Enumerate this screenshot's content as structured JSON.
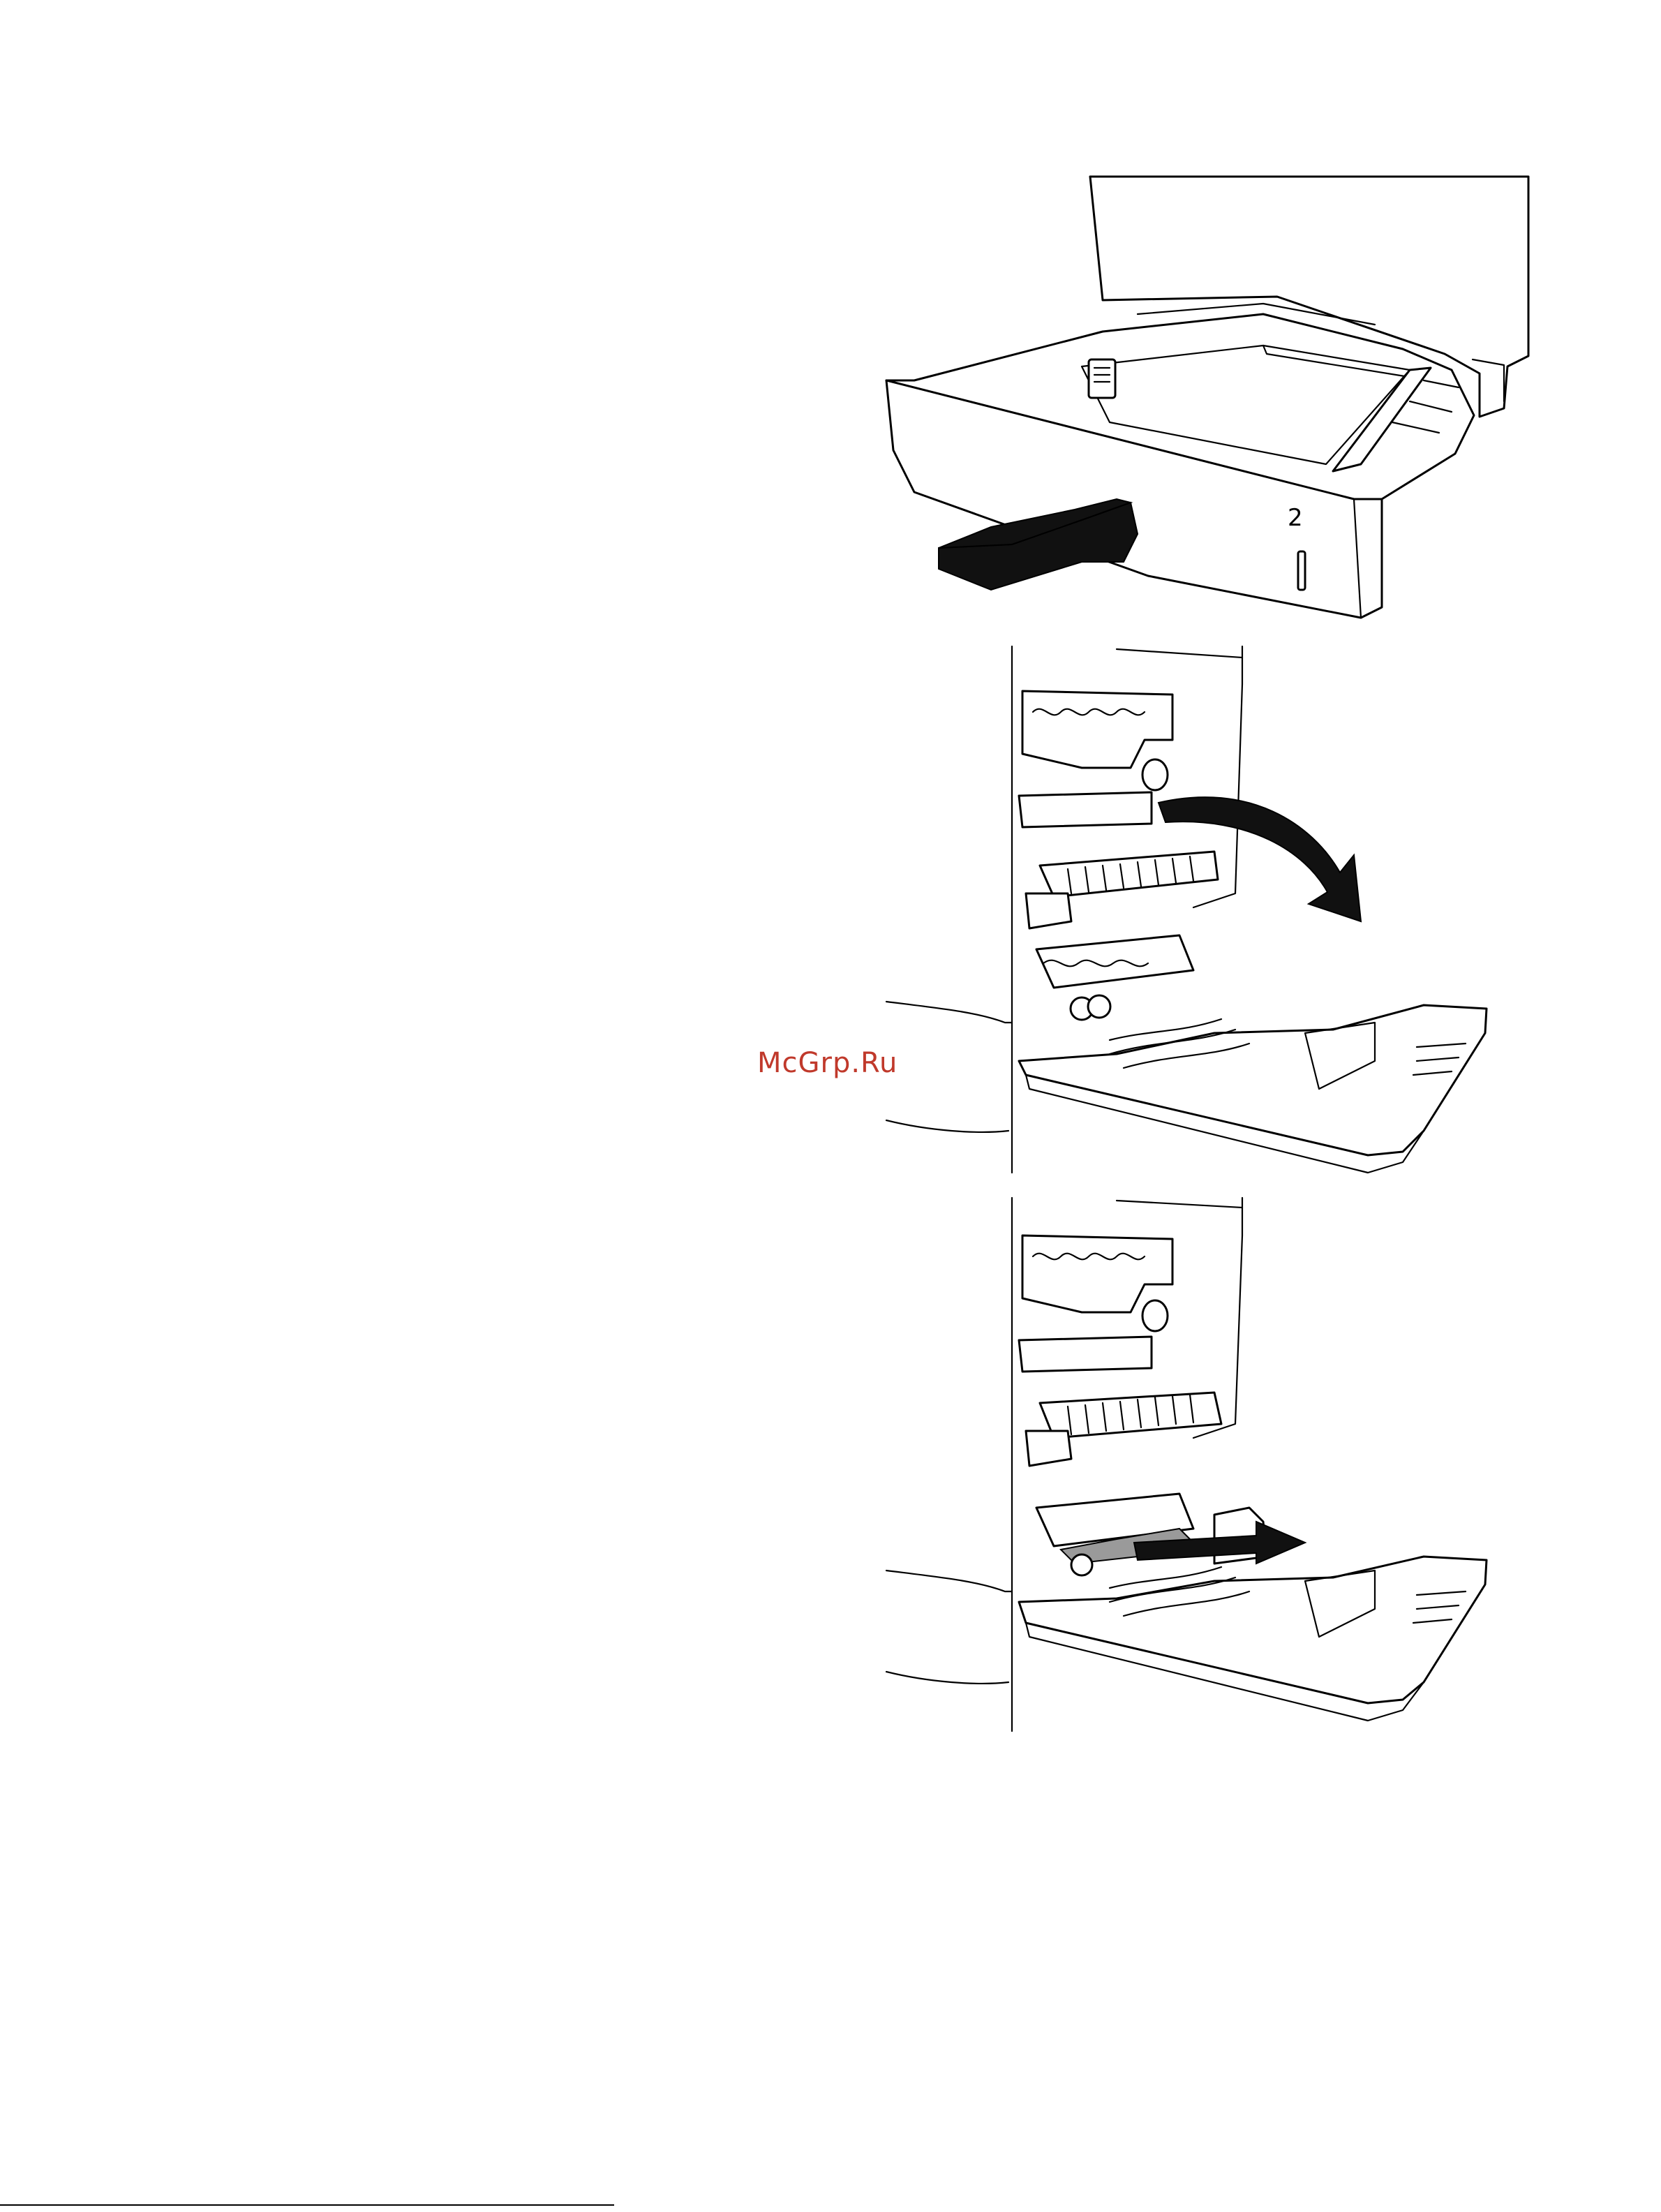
{
  "figures": [
    {
      "name": "tray-2-insert-illustration",
      "tray_label": "2"
    },
    {
      "name": "right-door-open-illustration"
    },
    {
      "name": "remove-jammed-paper-illustration"
    }
  ],
  "watermark": {
    "text": "McGrp.Ru",
    "color": "#c0392b"
  }
}
